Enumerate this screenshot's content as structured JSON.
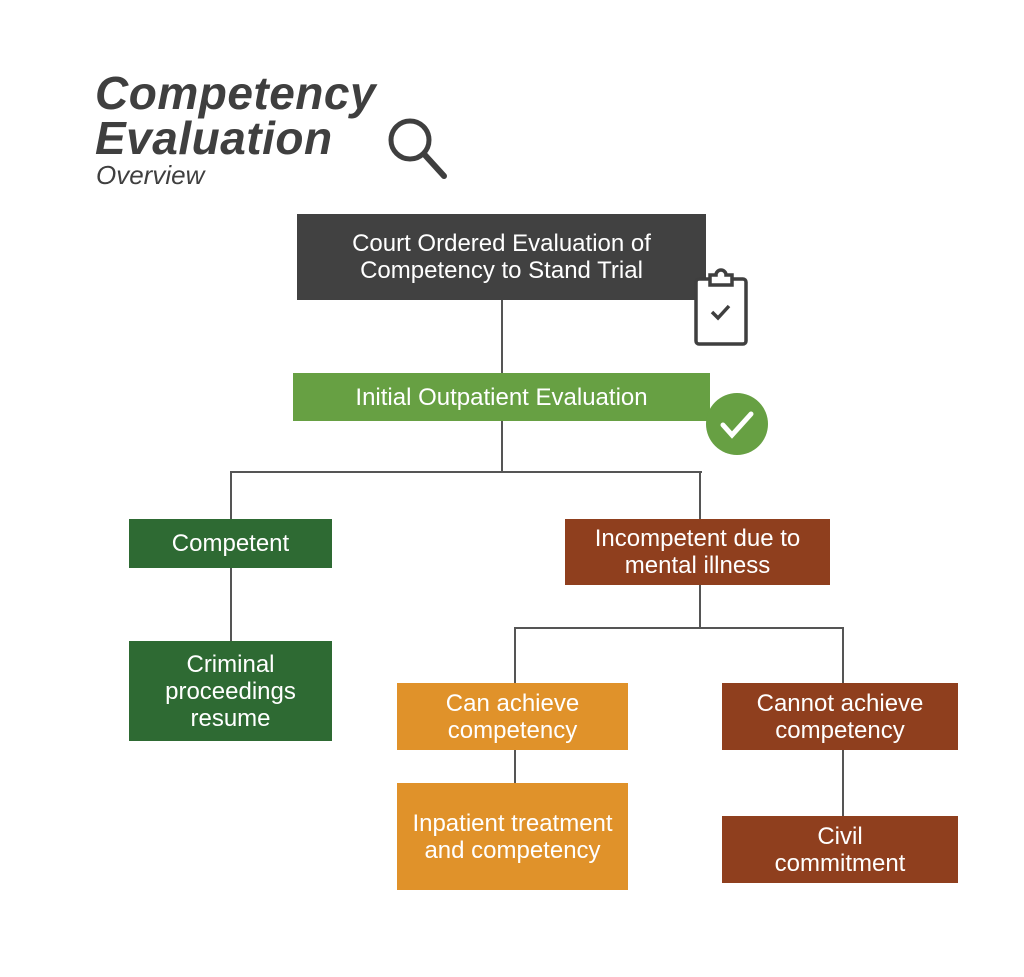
{
  "header": {
    "title_line1": "Competency",
    "title_line2": "Evaluation",
    "subtitle": "Overview"
  },
  "nodes": {
    "court_order": "Court Ordered Evaluation of Competency to Stand Trial",
    "initial_eval": "Initial Outpatient Evaluation",
    "competent": "Competent",
    "criminal_resume": "Criminal proceedings resume",
    "incompetent": "Incompetent due to mental illness",
    "can_achieve": "Can achieve competency",
    "inpatient": "Inpatient treatment and competency",
    "cannot_achieve": "Cannot achieve competency",
    "civil_commitment": "Civil commitment"
  },
  "colors": {
    "dark": "#414141",
    "light_green": "#67a043",
    "dark_green": "#2e6a33",
    "rust": "#8f3f1e",
    "orange": "#e0922a"
  }
}
